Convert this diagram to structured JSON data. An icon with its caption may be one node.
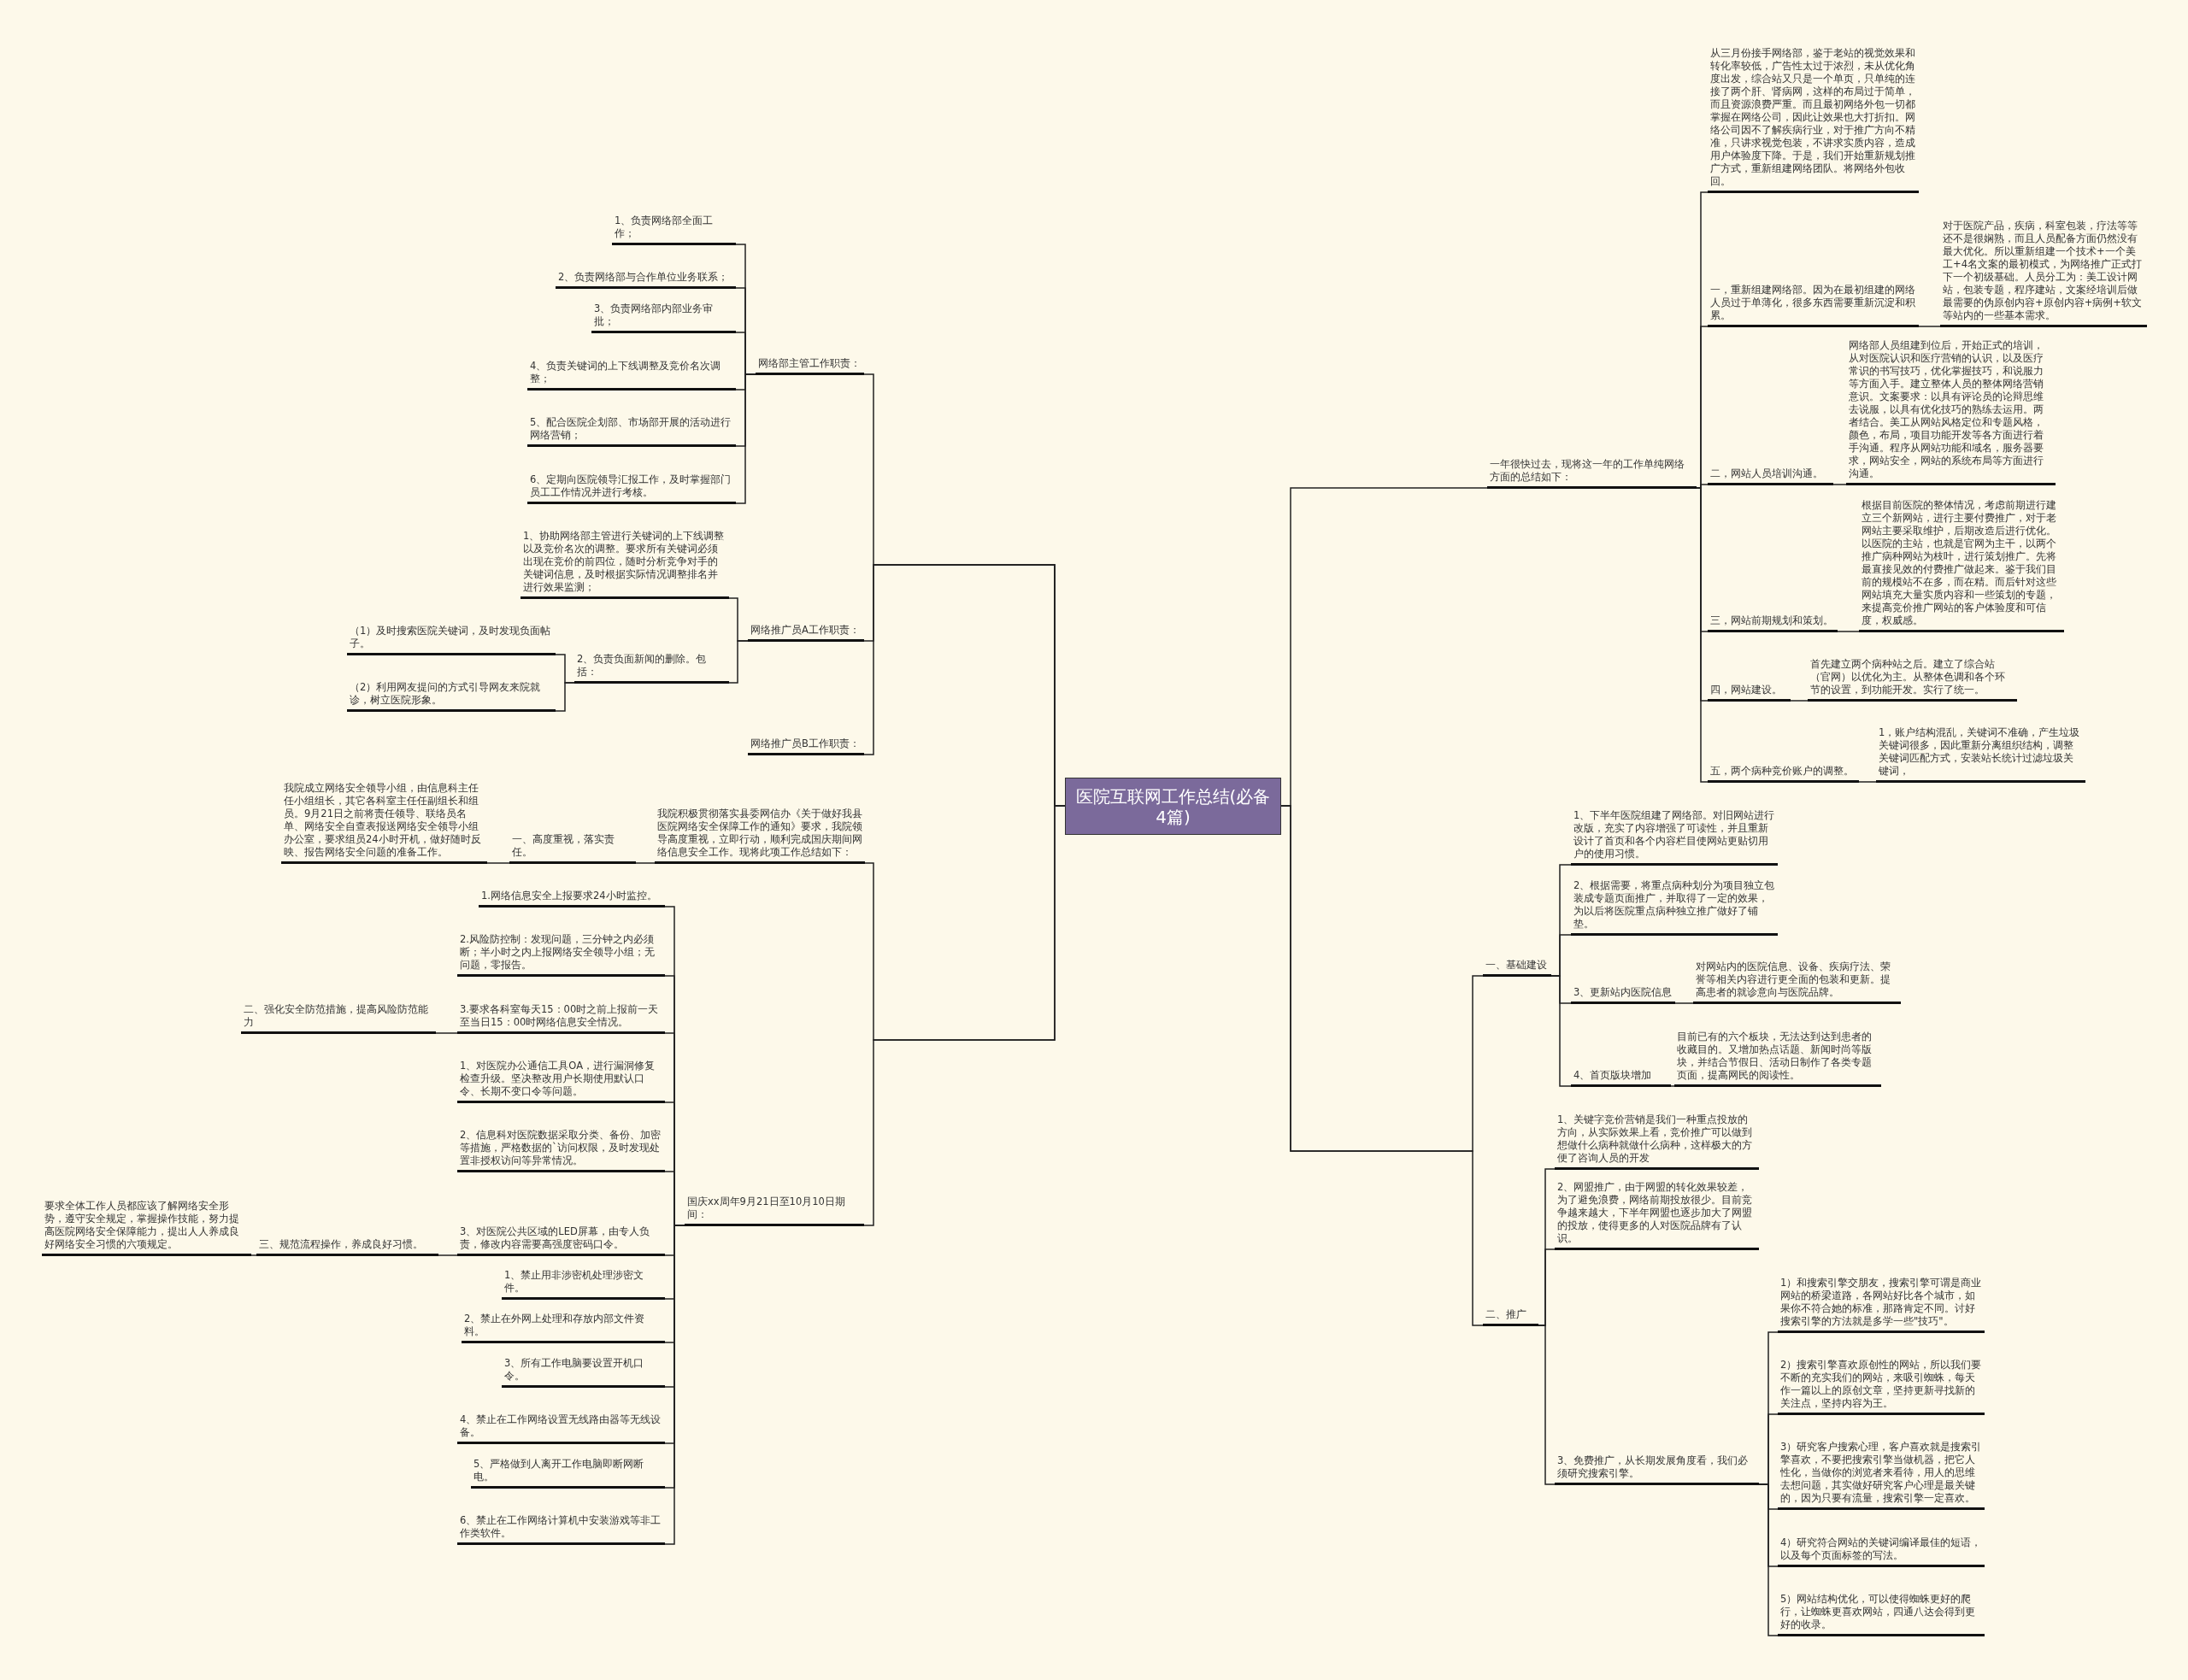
{
  "diagram": {
    "nodes": [
      {
        "text": [
          "医院互联网工作总结(必备4篇)"
        ]
      },
      {
        "text": [
          "一年很快过去，现将这一年的工作单纯网络方面的总结如下："
        ]
      },
      {
        "text": [
          "从三月份接手网络部，鉴于老站的视觉效果和转化率较低，广告性太过于浓烈，未从优化角度出发，综合站又只是一个单页，只单纯的连接了两个肝、肾病网，这样的布局过于简单，而且资源浪费严重。而且最初网络外包一切都掌握在网络公司，因此让效果也大打折扣。网络公司因不了解疾病行业，对于推广方向不精准，只讲求视觉包装，不讲求实质内容，造成用户体验度下降。于是，我们开始重新规划推广方式，重新组建网络团队。将网络外包收回。"
        ]
      },
      {
        "text": [
          "一，重新组建网络部。因为在最初组建的网络人员过于单薄化，很多东西需要重新沉淀和积累。"
        ]
      },
      {
        "text": [
          "对于医院产品，疾病，科室包装，疗法等等还不是很娴熟，而且人员配备方面仍然没有最大优化。所以重新组建一个技术+一个美工+4名文案的最初模式，为网络推广正式打下一个初级基础。人员分工为：美工设计网站，包装专题，程序建站，文案经培训后做最需要的伪原创内容+原创内容+病例+软文等站内的一些基本需求。"
        ]
      },
      {
        "text": [
          "二，网站人员培训沟通。"
        ]
      },
      {
        "text": [
          "网络部人员组建到位后，开始正式的培训，从对医院认识和医疗营销的认识，以及医疗常识的书写技巧，优化掌握技巧，和说服力等方面入手。建立整体人员的整体网络营销意识。文案要求：以具有评论员的论辩思维去说服，以具有优化技巧的熟练去运用。两者结合。美工从网站风格定位和专题风格，颜色，布局，项目功能开发等各方面进行着手沟通。程序从网站功能和域名，服务器要求，网站安全，网站的系统布局等方面进行沟通。"
        ]
      },
      {
        "text": [
          "三，网站前期规划和策划。"
        ]
      },
      {
        "text": [
          "根据目前医院的整体情况，考虑前期进行建立三个新网站，进行主要付费推广，对于老网站主要采取维护，后期改造后进行优化。以医院的主站，也就是官网为主干，以两个推广病种网站为枝叶，进行策划推广。先将最直接见效的付费推广做起来。鉴于我们目前的规模站不在多，而在精。而后针对这些网站填充大量实质内容和一些策划的专题，来提高竞价推广网站的客户体验度和可信度，权威感。"
        ]
      },
      {
        "text": [
          "四，网站建设。"
        ]
      },
      {
        "text": [
          "首先建立两个病种站之后。建立了综合站（官网）以优化为主。从整体色调和各个环节的设置，到功能开发。实行了统一。"
        ]
      },
      {
        "text": [
          "五，两个病种竞价账户的调整。"
        ]
      },
      {
        "text": [
          "1，账户结构混乱，关键词不准确，产生垃圾关键词很多，因此重新分离组织结构，调整关键词匹配方式，安装站长统计过滤垃圾关键词，"
        ]
      },
      {
        "text": [
          "一、基础建设"
        ]
      },
      {
        "text": [
          "1、下半年医院组建了网络部。对旧网站进行改版，充实了内容增强了可读性，并且重新设计了首页和各个内容栏目使网站更贴切用户的使用习惯。"
        ]
      },
      {
        "text": [
          "2、根据需要，将重点病种划分为项目独立包装成专题页面推广，并取得了一定的效果，为以后将医院重点病种独立推广做好了铺垫。"
        ]
      },
      {
        "text": [
          "3、更新站内医院信息"
        ]
      },
      {
        "text": [
          "对网站内的医院信息、设备、疾病疗法、荣誉等相关内容进行更全面的包装和更新。提高患者的就诊意向与医院品牌。"
        ]
      },
      {
        "text": [
          "4、首页版块增加"
        ]
      },
      {
        "text": [
          "目前已有的六个板块，无法达到达到患者的收藏目的。又增加热点话题、新闻时尚等版块，并结合节假日、活动日制作了各类专题页面，提高网民的阅读性。"
        ]
      },
      {
        "text": [
          "二、推广"
        ]
      },
      {
        "text": [
          "1、关键字竞价营销是我们一种重点投放的方向，从实际效果上看，竞价推广可以做到想做什么病种就做什么病种，这样极大的方便了咨询人员的开发"
        ]
      },
      {
        "text": [
          "2、网盟推广，由于网盟的转化效果较差，为了避免浪费，网络前期投放很少。目前竞争越来越大，下半年网盟也逐步加大了网盟的投放，使得更多的人对医院品牌有了认识。"
        ]
      },
      {
        "text": [
          "3、免费推广，从长期发展角度看，我们必须研究搜索引擎。"
        ]
      },
      {
        "text": [
          "1）和搜索引擎交朋友，搜索引擎可谓是商业网站的桥梁道路，各网站好比各个城市，如果你不符合她的标准，那路肯定不同。讨好搜索引擎的方法就是多学一些\"技巧\"。"
        ]
      },
      {
        "text": [
          "2）搜索引擎喜欢原创性的网站，所以我们要不断的充实我们的网站，来吸引蜘蛛，每天作一篇以上的原创文章，坚持更新寻找新的关注点，坚持内容为王。"
        ]
      },
      {
        "text": [
          "3）研究客户搜索心理，客户喜欢就是搜索引擎喜欢，不要把搜索引擎当做机器，把它人性化，当做你的浏览者来看待，用人的思维去想问题，其实做好研究客户心理是最关键的，因为只要有流量，搜索引擎一定喜欢。"
        ]
      },
      {
        "text": [
          "4）研究符合网站的关键词编译最佳的短语，以及每个页面标签的写法。"
        ]
      },
      {
        "text": [
          "5）网站结构优化，可以使得蜘蛛更好的爬行，让蜘蛛更喜欢网站，四通八达会得到更好的收录。"
        ]
      },
      {
        "text": [
          "网络部主管工作职责："
        ]
      },
      {
        "text": [
          "1、负责网络部全面工作；"
        ]
      },
      {
        "text": [
          "2、负责网络部与合作单位业务联系；"
        ]
      },
      {
        "text": [
          "3、负责网络部内部业务审批；"
        ]
      },
      {
        "text": [
          "4、负责关键词的上下线调整及竞价名次调整；"
        ]
      },
      {
        "text": [
          "5、配合医院企划部、市场部开展的活动进行网络营销；"
        ]
      },
      {
        "text": [
          "6、定期向医院领导汇报工作，及时掌握部门员工工作情况并进行考核。"
        ]
      },
      {
        "text": [
          "网络推广员A工作职责："
        ]
      },
      {
        "text": [
          "1、协助网络部主管进行关键词的上下线调整以及竞价名次的调整。要求所有关键词必须出现在竞价的前四位，随时分析竞争对手的关键词信息，及时根据实际情况调整排名并进行效果监测；"
        ]
      },
      {
        "text": [
          "2、负责负面新闻的删除。包括："
        ]
      },
      {
        "text": [
          "（1）及时搜索医院关键词，及时发现负面帖子。"
        ]
      },
      {
        "text": [
          "（2）利用网友提问的方式引导网友来院就诊，树立医院形象。"
        ]
      },
      {
        "text": [
          "网络推广员B工作职责："
        ]
      },
      {
        "text": [
          "我院积极贯彻落实县委网信办《关于做好我县医院网络安全保障工作的通知》要求，我院领导高度重视，立即行动，顺利完成国庆期间网络信息安全工作。现将此项工作总结如下："
        ]
      },
      {
        "text": [
          "一、高度重视，落实责任。"
        ]
      },
      {
        "text": [
          "我院成立网络安全领导小组，由信息科主任任小组组长，其它各科室主任任副组长和组员。9月21日之前将责任领导、联络员名单、网络安全自查表报送网络安全领导小组办公室，要求组员24小时开机，做好随时反映、报告网络安全问题的准备工作。"
        ]
      },
      {
        "text": [
          "国庆xx周年9月21日至10月10日期间："
        ]
      },
      {
        "text": [
          "1.网络信息安全上报要求24小时监控。"
        ]
      },
      {
        "text": [
          "2.风险防控制：发现问题，三分钟之内必须断；半小时之内上报网络安全领导小组；无问题，零报告。"
        ]
      },
      {
        "text": [
          "3.要求各科室每天15：00时之前上报前一天至当日15：00时网络信息安全情况。"
        ]
      },
      {
        "text": [
          "二、强化安全防范措施，提高风险防范能力"
        ]
      },
      {
        "text": [
          "1、对医院办公通信工具OA，进行漏洞修复检查升级。坚决整改用户长期使用默认口令、长期不变口令等问题。"
        ]
      },
      {
        "text": [
          "2、信息科对医院数据采取分类、备份、加密等措施，严格数据的`访问权限，及时发现处置非授权访问等异常情况。"
        ]
      },
      {
        "text": [
          "3、对医院公共区域的LED屏幕，由专人负责，修改内容需要高强度密码口令。"
        ]
      },
      {
        "text": [
          "三、规范流程操作，养成良好习惯。"
        ]
      },
      {
        "text": [
          "要求全体工作人员都应该了解网络安全形势，遵守安全规定，掌握操作技能，努力提高医院网络安全保障能力，提出人人养成良好网络安全习惯的六项规定。"
        ]
      },
      {
        "text": [
          "1、禁止用非涉密机处理涉密文件。"
        ]
      },
      {
        "text": [
          "2、禁止在外网上处理和存放内部文件资料。"
        ]
      },
      {
        "text": [
          "3、所有工作电脑要设置开机口令。"
        ]
      },
      {
        "text": [
          "4、禁止在工作网络设置无线路由器等无线设备。"
        ]
      },
      {
        "text": [
          "5、严格做到人离开工作电脑即断网断电。"
        ]
      },
      {
        "text": [
          "6、禁止在工作网络计算机中安装游戏等非工作类软件。"
        ]
      }
    ],
    "edges": [
      {
        "from": 0,
        "to": 1,
        "arrow": "none"
      },
      {
        "from": 1,
        "to": 2,
        "arrow": "none"
      },
      {
        "from": 1,
        "to": 3,
        "arrow": "none"
      },
      {
        "from": 3,
        "to": 4,
        "arrow": "none"
      },
      {
        "from": 1,
        "to": 5,
        "arrow": "none"
      },
      {
        "from": 5,
        "to": 6,
        "arrow": "none"
      },
      {
        "from": 1,
        "to": 7,
        "arrow": "none"
      },
      {
        "from": 7,
        "to": 8,
        "arrow": "none"
      },
      {
        "from": 1,
        "to": 9,
        "arrow": "none"
      },
      {
        "from": 9,
        "to": 10,
        "arrow": "none"
      },
      {
        "from": 1,
        "to": 11,
        "arrow": "none"
      },
      {
        "from": 11,
        "to": 12,
        "arrow": "none"
      },
      {
        "from": 0,
        "to": 13,
        "arrow": "none"
      },
      {
        "from": 13,
        "to": 14,
        "arrow": "none"
      },
      {
        "from": 13,
        "to": 15,
        "arrow": "none"
      },
      {
        "from": 13,
        "to": 16,
        "arrow": "none"
      },
      {
        "from": 16,
        "to": 17,
        "arrow": "none"
      },
      {
        "from": 13,
        "to": 18,
        "arrow": "none"
      },
      {
        "from": 18,
        "to": 19,
        "arrow": "none"
      },
      {
        "from": 0,
        "to": 20,
        "arrow": "none"
      },
      {
        "from": 20,
        "to": 21,
        "arrow": "none"
      },
      {
        "from": 20,
        "to": 22,
        "arrow": "none"
      },
      {
        "from": 20,
        "to": 23,
        "arrow": "none"
      },
      {
        "from": 23,
        "to": 24,
        "arrow": "none"
      },
      {
        "from": 23,
        "to": 25,
        "arrow": "none"
      },
      {
        "from": 23,
        "to": 26,
        "arrow": "none"
      },
      {
        "from": 23,
        "to": 27,
        "arrow": "none"
      },
      {
        "from": 23,
        "to": 28,
        "arrow": "none"
      },
      {
        "from": 0,
        "to": 29,
        "arrow": "none"
      },
      {
        "from": 29,
        "to": 30,
        "arrow": "none"
      },
      {
        "from": 29,
        "to": 31,
        "arrow": "none"
      },
      {
        "from": 29,
        "to": 32,
        "arrow": "none"
      },
      {
        "from": 29,
        "to": 33,
        "arrow": "none"
      },
      {
        "from": 29,
        "to": 34,
        "arrow": "none"
      },
      {
        "from": 29,
        "to": 35,
        "arrow": "none"
      },
      {
        "from": 0,
        "to": 36,
        "arrow": "none"
      },
      {
        "from": 36,
        "to": 37,
        "arrow": "none"
      },
      {
        "from": 36,
        "to": 38,
        "arrow": "none"
      },
      {
        "from": 38,
        "to": 39,
        "arrow": "none"
      },
      {
        "from": 38,
        "to": 40,
        "arrow": "none"
      },
      {
        "from": 0,
        "to": 41,
        "arrow": "none"
      },
      {
        "from": 0,
        "to": 42,
        "arrow": "none"
      },
      {
        "from": 42,
        "to": 43,
        "arrow": "none"
      },
      {
        "from": 43,
        "to": 44,
        "arrow": "none"
      },
      {
        "from": 0,
        "to": 45,
        "arrow": "none"
      },
      {
        "from": 45,
        "to": 46,
        "arrow": "none"
      },
      {
        "from": 45,
        "to": 47,
        "arrow": "none"
      },
      {
        "from": 45,
        "to": 48,
        "arrow": "none"
      },
      {
        "from": 48,
        "to": 49,
        "arrow": "none"
      },
      {
        "from": 45,
        "to": 50,
        "arrow": "none"
      },
      {
        "from": 45,
        "to": 51,
        "arrow": "none"
      },
      {
        "from": 45,
        "to": 52,
        "arrow": "none"
      },
      {
        "from": 52,
        "to": 53,
        "arrow": "none"
      },
      {
        "from": 53,
        "to": 54,
        "arrow": "none"
      },
      {
        "from": 45,
        "to": 55,
        "arrow": "none"
      },
      {
        "from": 45,
        "to": 56,
        "arrow": "none"
      },
      {
        "from": 45,
        "to": 57,
        "arrow": "none"
      },
      {
        "from": 45,
        "to": 58,
        "arrow": "none"
      },
      {
        "from": 45,
        "to": 59,
        "arrow": "none"
      },
      {
        "from": 45,
        "to": 60,
        "arrow": "none"
      }
    ]
  }
}
